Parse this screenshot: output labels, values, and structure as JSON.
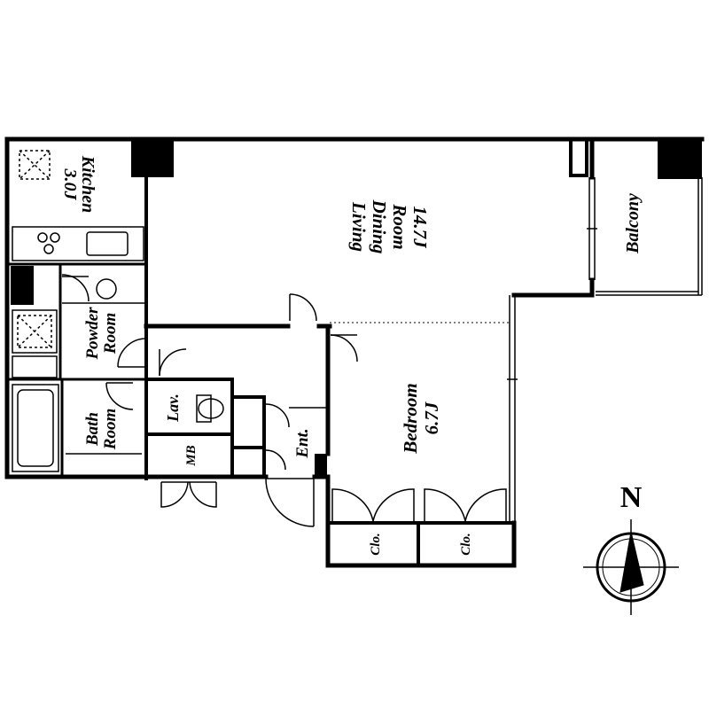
{
  "rooms": {
    "kitchen": {
      "name": "Kitchen",
      "size": "3.0J"
    },
    "living": {
      "line1": "Living",
      "line2": "Dining",
      "line3": "Room",
      "size": "14.7J"
    },
    "balcony": {
      "name": "Balcony"
    },
    "powder": {
      "line1": "Powder",
      "line2": "Room"
    },
    "bath": {
      "line1": "Bath",
      "line2": "Room"
    },
    "lav": {
      "name": "Lav."
    },
    "mb": {
      "name": "MB"
    },
    "entrance": {
      "name": "Ent."
    },
    "bedroom": {
      "name": "Bedroom",
      "size": "6.7J"
    },
    "closet_left": {
      "name": "Clo."
    },
    "closet_right": {
      "name": "Clo."
    }
  },
  "compass": {
    "label": "N"
  },
  "colors": {
    "line": "#000000",
    "background": "#ffffff"
  }
}
